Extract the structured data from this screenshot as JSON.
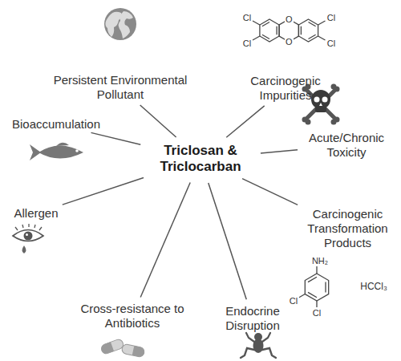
{
  "diagram": {
    "nodes": [
      {
        "text": [
          "Triclosan & Triclocarban"
        ]
      },
      {
        "text": [
          "Persistent Environmental Pollutant"
        ]
      },
      {
        "text": [
          "Carcinogenic Impurities"
        ]
      },
      {
        "text": [
          "Bioaccumulation"
        ]
      },
      {
        "text": [
          "Acute/Chronic Toxicity"
        ]
      },
      {
        "text": [
          "Allergen"
        ]
      },
      {
        "text": [
          "Carcinogenic Transformation Products"
        ]
      },
      {
        "text": [
          "Cross-resistance to Antibiotics"
        ]
      },
      {
        "text": [
          "Endocrine Disruption"
        ]
      }
    ],
    "edges": [
      {
        "from": 0,
        "to": 1,
        "arrow": "none"
      },
      {
        "from": 0,
        "to": 2,
        "arrow": "none"
      },
      {
        "from": 0,
        "to": 3,
        "arrow": "none"
      },
      {
        "from": 0,
        "to": 4,
        "arrow": "none"
      },
      {
        "from": 0,
        "to": 5,
        "arrow": "none"
      },
      {
        "from": 0,
        "to": 6,
        "arrow": "none"
      },
      {
        "from": 0,
        "to": 7,
        "arrow": "none"
      },
      {
        "from": 0,
        "to": 8,
        "arrow": "none"
      }
    ],
    "labels": [
      "Cl",
      "O",
      "Cl",
      "Cl",
      "O",
      "Cl",
      "NH₂",
      "Cl",
      "Cl",
      "HCCl₃"
    ]
  }
}
